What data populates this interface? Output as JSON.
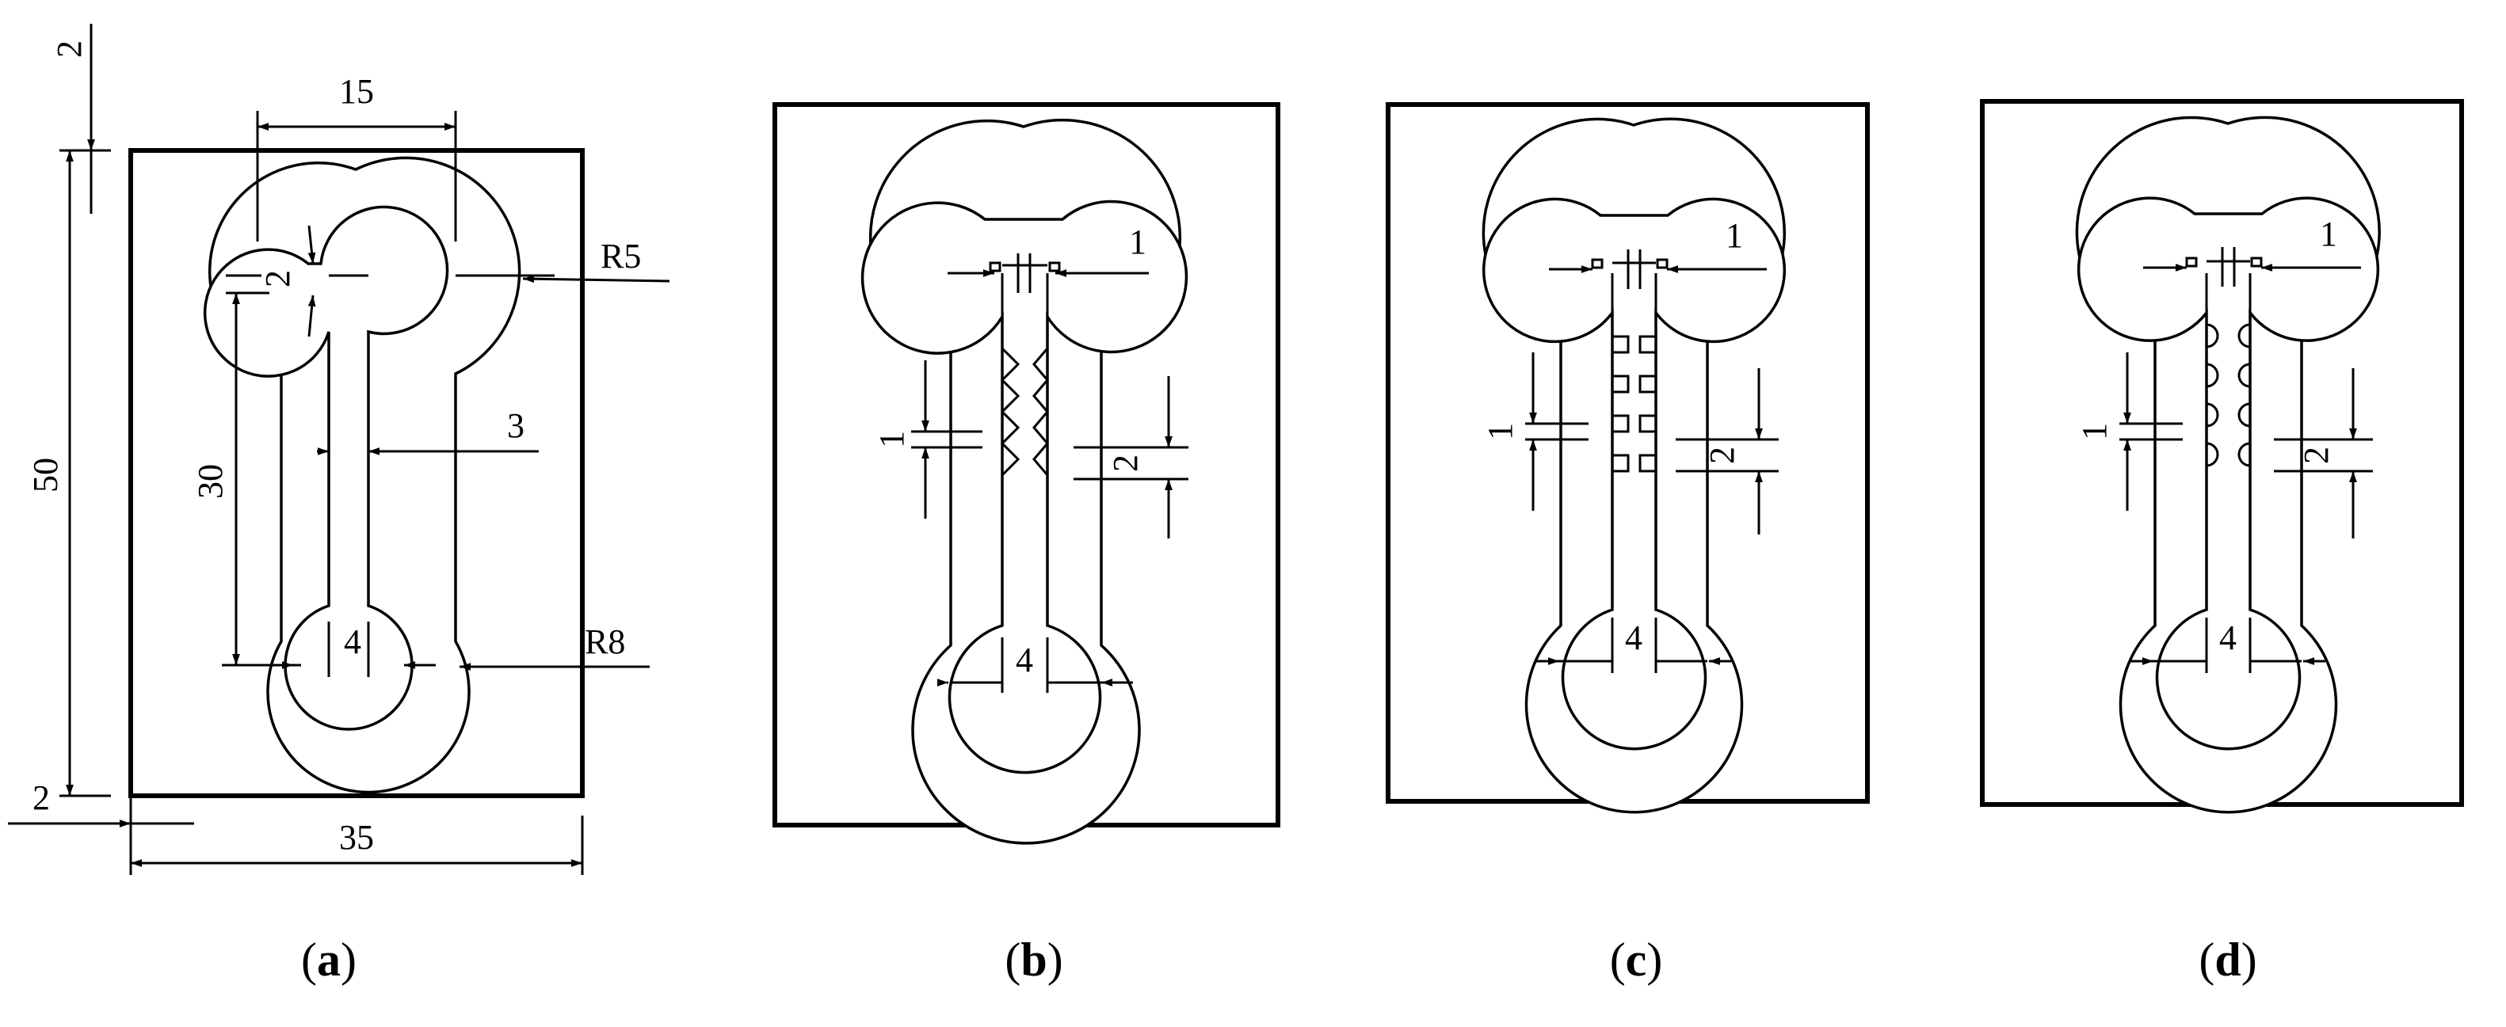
{
  "panels": [
    {
      "id": "a",
      "caption_open": "(",
      "caption_letter": "a",
      "caption_close": ")",
      "dims": {
        "top_offset": "2",
        "lobe_spacing": "15",
        "neck_height": "2",
        "lobe_radius": "R5",
        "channel_width": "3",
        "overall_height": "50",
        "stem_length": "30",
        "bulb_inner": "4",
        "bulb_radius": "R8",
        "bottom_offset": "2",
        "overall_width": "35"
      }
    },
    {
      "id": "b",
      "caption_open": "(",
      "caption_letter": "b",
      "caption_close": ")",
      "dims": {
        "slot_width": "1",
        "pitch_left": "1",
        "pitch_right": "2",
        "bulb_inner": "4"
      }
    },
    {
      "id": "c",
      "caption_open": "(",
      "caption_letter": "c",
      "caption_close": ")",
      "dims": {
        "slot_width": "1",
        "pitch_left": "1",
        "pitch_right": "2",
        "bulb_inner": "4"
      }
    },
    {
      "id": "d",
      "caption_open": "(",
      "caption_letter": "d",
      "caption_close": ")",
      "dims": {
        "slot_width": "1",
        "pitch_left": "1",
        "pitch_right": "2",
        "bulb_inner": "4"
      }
    }
  ]
}
